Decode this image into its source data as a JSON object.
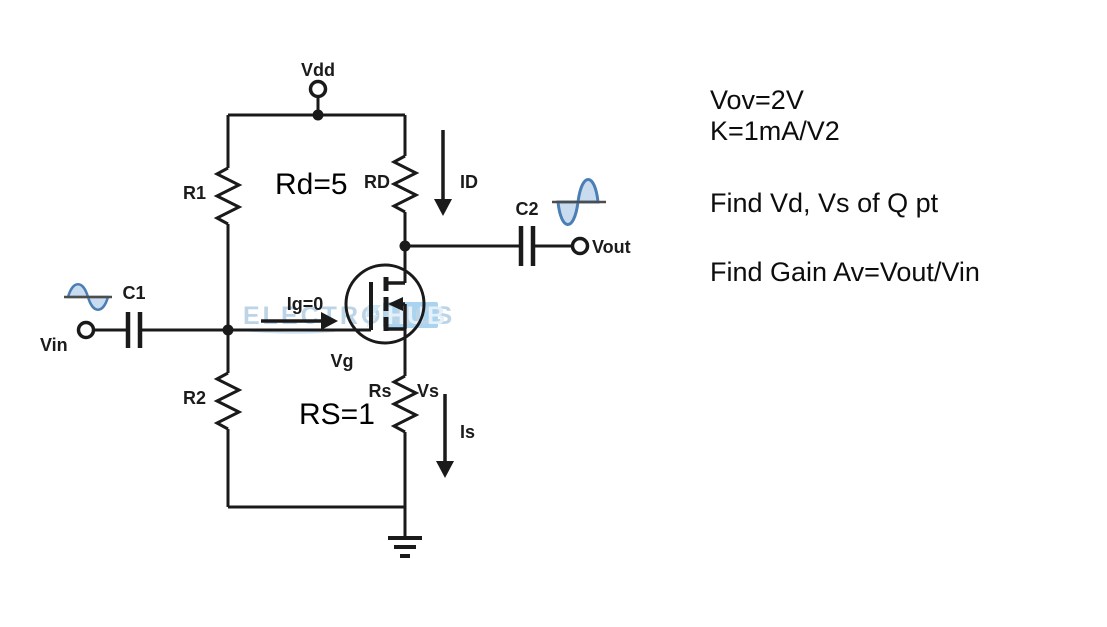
{
  "circuit": {
    "labels": {
      "vdd": "Vdd",
      "r1": "R1",
      "r2": "R2",
      "rd_name": "RD",
      "id_current": "ID",
      "c1": "C1",
      "c2": "C2",
      "vin": "Vin",
      "vout": "Vout",
      "ig": "Ig=0",
      "vg": "Vg",
      "rs_name": "Rs",
      "vs": "Vs",
      "is_current": "Is"
    },
    "annotations": {
      "rd_value": "Rd=5",
      "rs_value": "RS=1"
    },
    "watermark": {
      "text": "ELECTRONICS",
      "highlight": "HUB"
    }
  },
  "problem": {
    "lines": [
      "Vov=2V",
      "K=1mA/V2",
      "Find Vd, Vs of Q pt",
      "Find Gain Av=Vout/Vin"
    ]
  },
  "colors": {
    "wire": "#1a1a1a",
    "annotation": "#000000",
    "sine_stroke": "#4a7eb5",
    "sine_fill": "#c9dcef",
    "watermark_text": "#bdd4e6",
    "watermark_highlight": "#a9d3ee"
  }
}
